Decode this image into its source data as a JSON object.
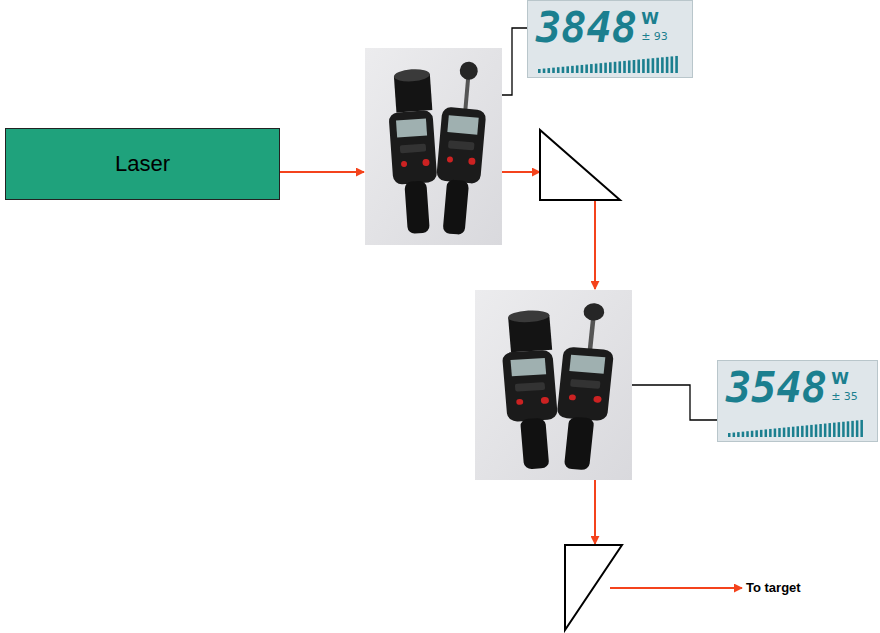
{
  "diagram": {
    "nodes": [
      {
        "text": [
          "Laser"
        ]
      },
      {
        "text": [
          "3848",
          "W",
          "± 93"
        ]
      },
      {
        "text": [
          "3548",
          "W",
          "± 35"
        ]
      }
    ],
    "labels": [
      "To target"
    ]
  }
}
